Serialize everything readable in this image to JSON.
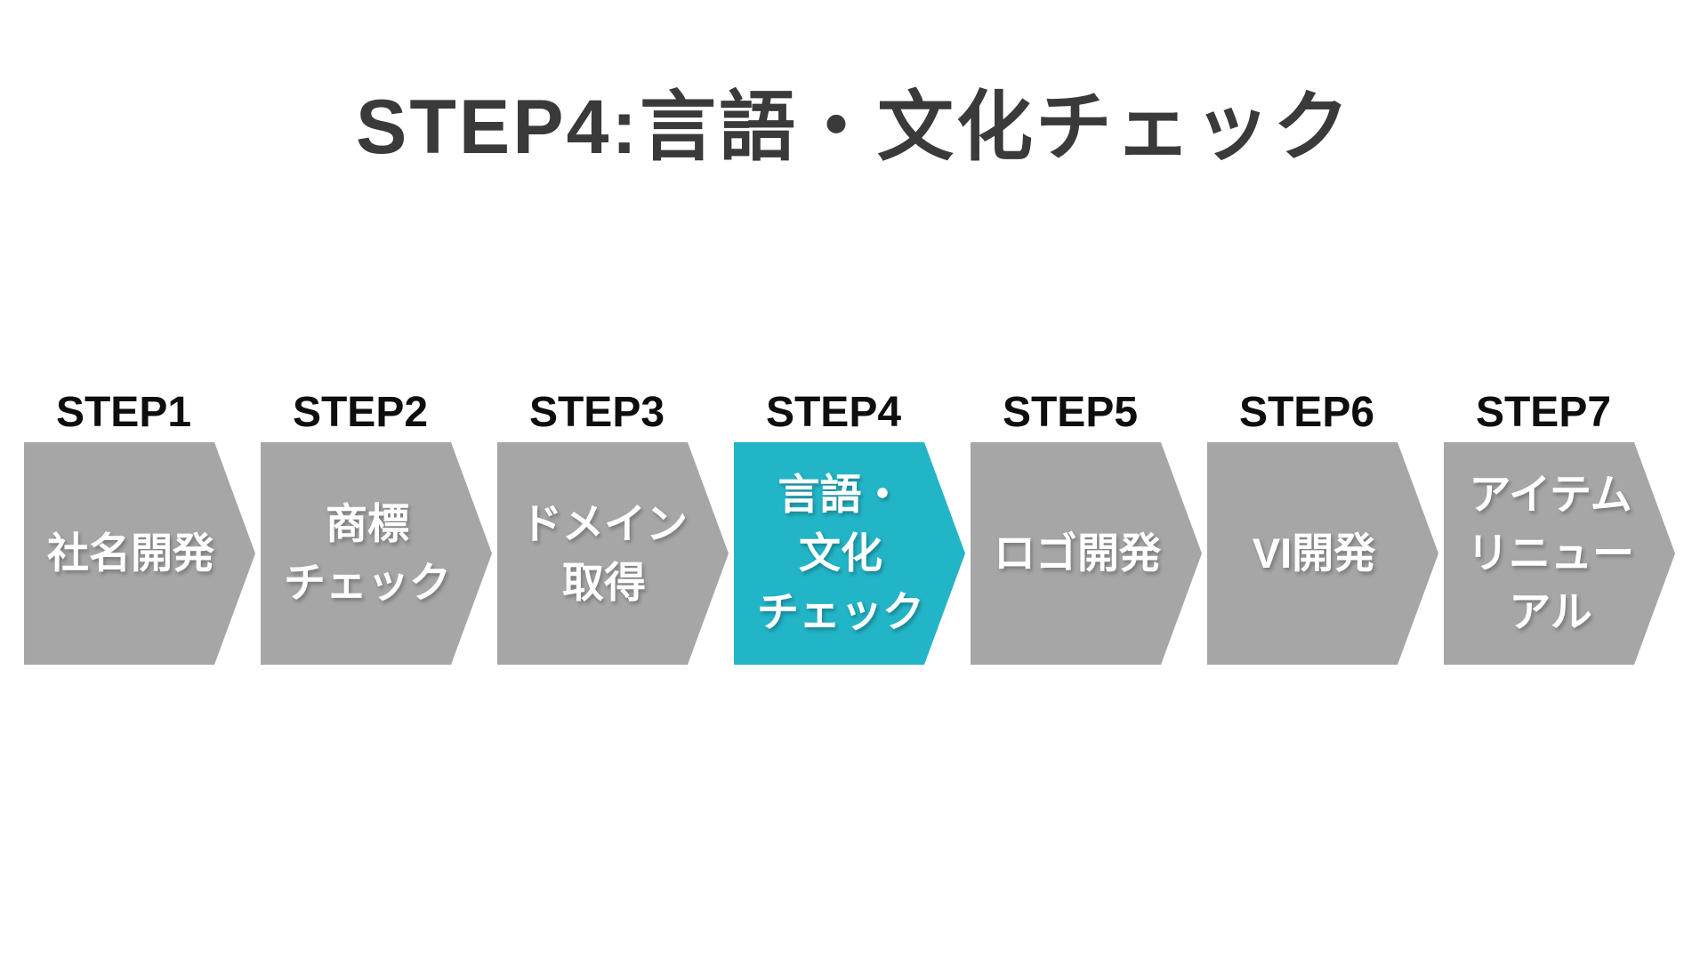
{
  "title": "STEP4:言語・文化チェック",
  "colors": {
    "background": "#ffffff",
    "active_step": "#22b5c7",
    "inactive_step": "#a6a6a6",
    "title_text": "#3a3a3a",
    "label_text": "#0e0e0e",
    "arrow_text": "#ffffff"
  },
  "steps": [
    {
      "label": "STEP1",
      "lines": [
        "社名開発"
      ],
      "active": false
    },
    {
      "label": "STEP2",
      "lines": [
        "商標",
        "チェック"
      ],
      "active": false
    },
    {
      "label": "STEP3",
      "lines": [
        "ドメイン",
        "取得"
      ],
      "active": false
    },
    {
      "label": "STEP4",
      "lines": [
        "言語・",
        "文化",
        "チェック"
      ],
      "active": true
    },
    {
      "label": "STEP5",
      "lines": [
        "ロゴ開発"
      ],
      "active": false
    },
    {
      "label": "STEP6",
      "lines": [
        "VI開発"
      ],
      "active": false
    },
    {
      "label": "STEP7",
      "lines": [
        "アイテム",
        "リニュー",
        "アル"
      ],
      "active": false
    }
  ]
}
